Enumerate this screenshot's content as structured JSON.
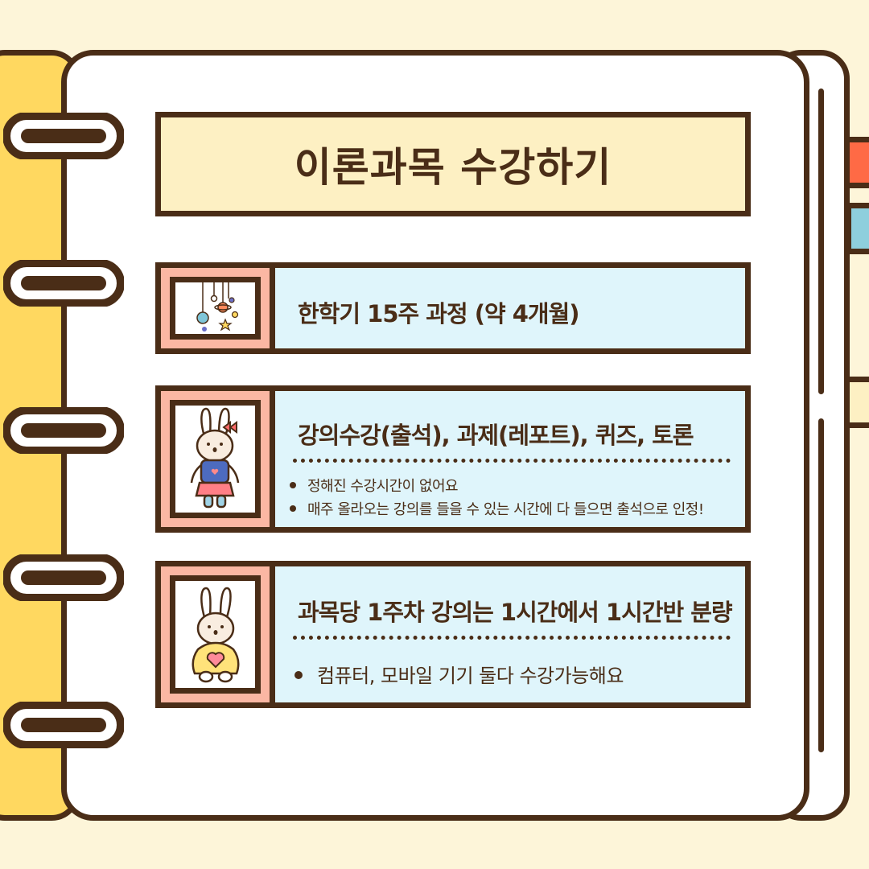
{
  "title": "이론과목 수강하기",
  "cards": [
    {
      "title": "한학기 15주 과정 (약 4개월)",
      "bullets": []
    },
    {
      "title": "강의수강(출석), 과제(레포트), 퀴즈, 토론",
      "bullets": [
        "정해진 수강시간이 없어요",
        "매주 올라오는 강의를 들을 수 있는 시간에 다 들으면 출석으로 인정!"
      ]
    },
    {
      "title": "과목당 1주차 강의는 1시간에서 1시간반 분량",
      "bullets": [
        "컴퓨터, 모바일 기기 둘다 수강가능해요"
      ]
    }
  ],
  "icons": [
    "space-planets-icon",
    "bunny-girl-icon",
    "bunny-heart-icon"
  ],
  "colors": {
    "background": "#fdf5d9",
    "outline": "#4a2d17",
    "cover": "#ffd860",
    "title_box": "#fdf0c3",
    "card": "#dff5fb",
    "thumb_frame": "#fbb7a3",
    "tab_red": "#ff6a45",
    "tab_blue": "#8ecfdd",
    "tab_yellow": "#fdf0c3"
  }
}
